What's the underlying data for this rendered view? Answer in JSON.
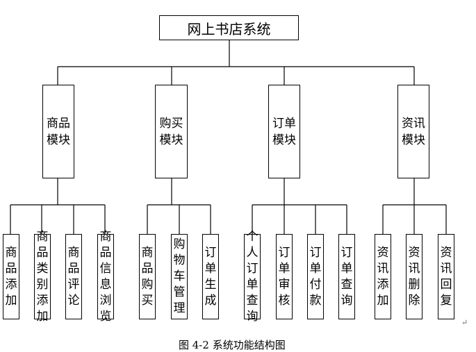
{
  "root": "网上书店系统",
  "modules": [
    {
      "label": "商品\n模块",
      "children": [
        "商品\n添加",
        "商品\n类别\n添加",
        "商品\n评论",
        "商品\n信息\n浏览"
      ]
    },
    {
      "label": "购买\n模块",
      "children": [
        "商品\n购买",
        "购物\n车管\n理",
        "订单\n生成"
      ]
    },
    {
      "label": "订单\n模块",
      "children": [
        "个人\n订单\n查询",
        "订单\n审核",
        "订单\n付款",
        "订单\n查询"
      ]
    },
    {
      "label": "资讯\n模块",
      "children": [
        "资讯\n添加",
        "资讯\n删除",
        "资讯\n回复"
      ]
    }
  ],
  "caption": "图 4-2 系统功能结构图",
  "return_mark": "↵"
}
